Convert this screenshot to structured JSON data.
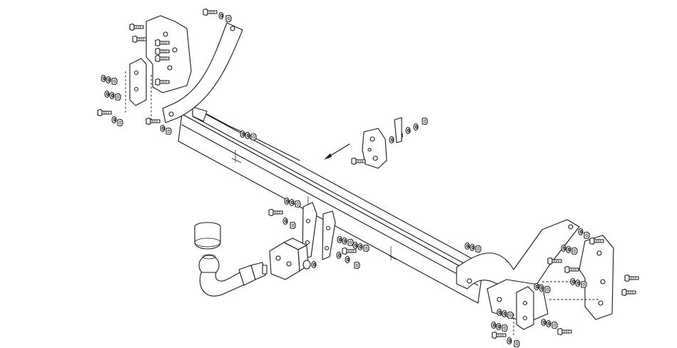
{
  "image": {
    "kind": "exploded-assembly-drawing",
    "line_color": "#1a1a1a",
    "background": "#ffffff"
  },
  "parts": [
    {
      "name": "crossbar-tube",
      "icon": "tow-bar-beam"
    },
    {
      "name": "left-mounting-bracket",
      "icon": "bracket"
    },
    {
      "name": "right-mounting-bracket",
      "icon": "bracket"
    },
    {
      "name": "tow-ball-neck",
      "icon": "ball-hitch"
    },
    {
      "name": "socket-plate",
      "icon": "electrical-socket"
    },
    {
      "name": "socket-holder-detail",
      "icon": "socket-holder"
    },
    {
      "name": "fastener-sets",
      "icon": "bolt-washer-nut"
    }
  ]
}
